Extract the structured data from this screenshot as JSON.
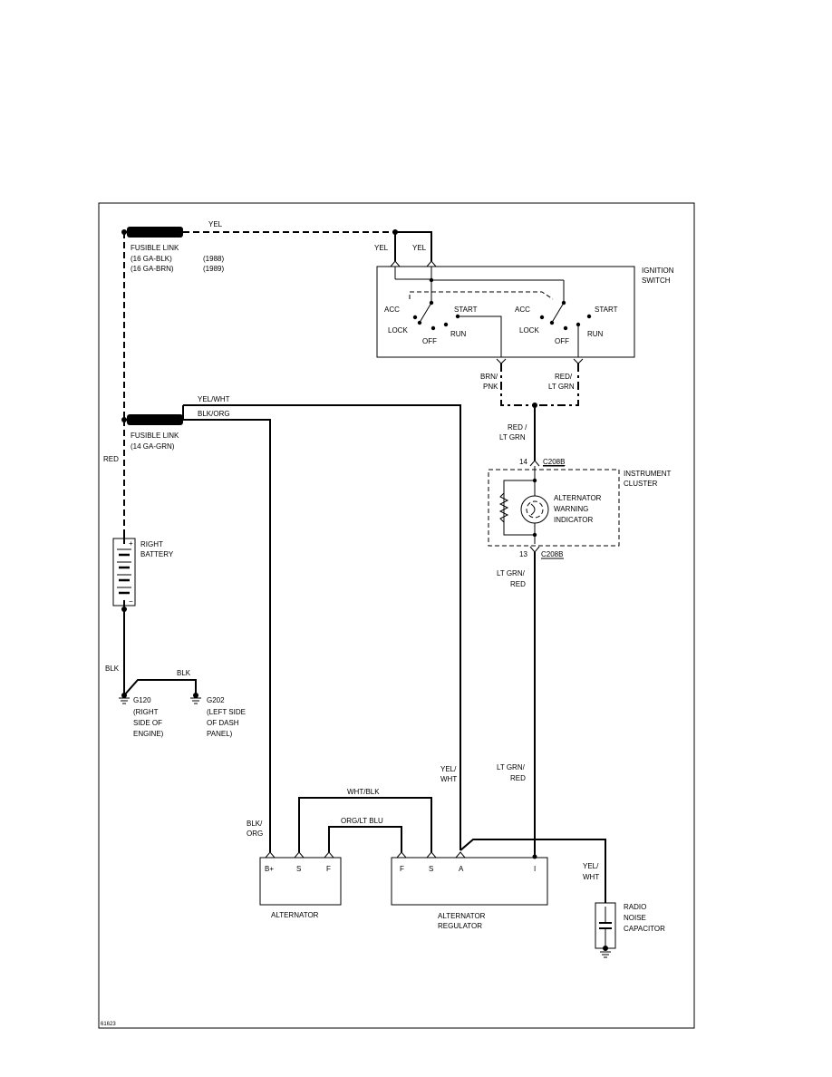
{
  "labels": {
    "yel_top": "YEL",
    "yel_left": "YEL",
    "yel_right": "YEL",
    "fuse1_title": "FUSIBLE LINK",
    "fuse1_line1": "(16 GA-BLK)",
    "fuse1_line2": "(16 GA-BRN)",
    "fuse1_year1": "(1988)",
    "fuse1_year2": "(1989)",
    "ign_title1": "IGNITION",
    "ign_title2": "SWITCH",
    "acc_l": "ACC",
    "start_l": "START",
    "lock_l": "LOCK",
    "off_l": "OFF",
    "run_l": "RUN",
    "acc_r": "ACC",
    "start_r": "START",
    "lock_r": "LOCK",
    "off_r": "OFF",
    "run_r": "RUN",
    "brn_pnk1": "BRN/",
    "brn_pnk2": "PNK",
    "red_ltgrn_a1": "RED/",
    "red_ltgrn_a2": "LT GRN",
    "yel_wht_top": "YEL/WHT",
    "blk_org_top": "BLK/ORG",
    "fuse2_title": "FUSIBLE LINK",
    "fuse2_line1": "(14 GA-GRN)",
    "red_left": "RED",
    "red_ltgrn_b1": "RED /",
    "red_ltgrn_b2": "LT GRN",
    "pin14": "14",
    "c208b_top": "C208B",
    "cluster1": "INSTRUMENT",
    "cluster2": "CLUSTER",
    "ind1": "ALTERNATOR",
    "ind2": "WARNING",
    "ind3": "INDICATOR",
    "pin13": "13",
    "c208b_bot": "C208B",
    "ltgrn_red_a1": "LT GRN/",
    "ltgrn_red_a2": "RED",
    "batt1": "RIGHT",
    "batt2": "BATTERY",
    "batt_plus": "+",
    "batt_minus": "−",
    "blk_a": "BLK",
    "blk_b": "BLK",
    "g120_1": "G120",
    "g120_2": "(RIGHT",
    "g120_3": "SIDE OF",
    "g120_4": "ENGINE)",
    "g202_1": "G202",
    "g202_2": "(LEFT SIDE",
    "g202_3": "OF DASH",
    "g202_4": "PANEL)",
    "yel_wht_mid1": "YEL/",
    "yel_wht_mid2": "WHT",
    "ltgrn_red_b1": "LT GRN/",
    "ltgrn_red_b2": "RED",
    "wht_blk": "WHT/BLK",
    "org_ltblu": "ORG/LT BLU",
    "blk_org_b1": "BLK/",
    "blk_org_b2": "ORG",
    "alt_bplus": "B+",
    "alt_s": "S",
    "alt_f": "F",
    "reg_f": "F",
    "reg_s": "S",
    "reg_a": "A",
    "reg_i": "I",
    "alternator": "ALTERNATOR",
    "regulator1": "ALTERNATOR",
    "regulator2": "REGULATOR",
    "yel_wht_cap1": "YEL/",
    "yel_wht_cap2": "WHT",
    "cap1": "RADIO",
    "cap2": "NOISE",
    "cap3": "CAPACITOR",
    "fig_id": "61623"
  }
}
